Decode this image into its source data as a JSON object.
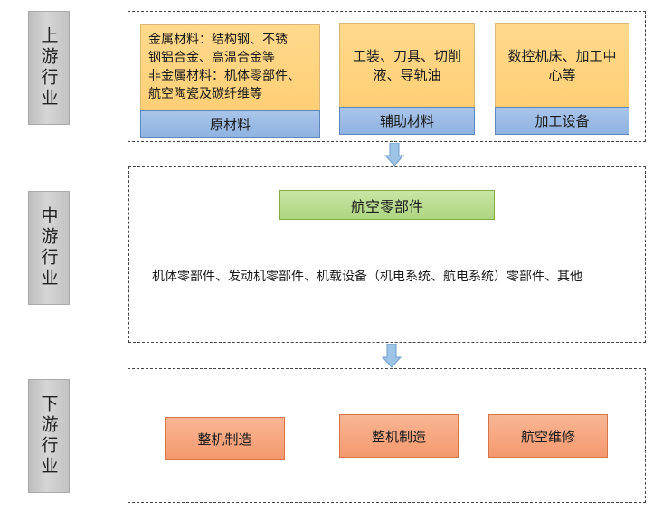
{
  "stages": {
    "upstream": "上游行业",
    "midstream": "中游行业",
    "downstream": "下游行业"
  },
  "upstream": {
    "raw_materials": {
      "desc_line1": "金属材料：结构钢、不锈",
      "desc_line2": "钢铝合金、高温合金等",
      "desc_line3": "非金属材料：机体零部件、",
      "desc_line4": "航空陶瓷及碳纤维等",
      "label": "原材料"
    },
    "aux_materials": {
      "desc_line1": "工装、刀具、切削",
      "desc_line2": "液、导轨油",
      "label": "辅助材料"
    },
    "equipment": {
      "desc_line1": "数控机床、加工中",
      "desc_line2": "心等",
      "label": "加工设备"
    }
  },
  "midstream": {
    "title": "航空零部件",
    "desc": "机体零部件、发动机零部件、机载设备（机电系统、航电系统）零部件、其他"
  },
  "downstream": {
    "items": [
      "整机制造",
      "整机制造",
      "航空维修"
    ]
  },
  "colors": {
    "yellow": "#ffd98c",
    "blue": "#8fb2e0",
    "green": "#aed581",
    "orange": "#f4996e",
    "arrow": "#9dc3e6"
  },
  "icons": {
    "connector": "down-arrow-icon"
  }
}
